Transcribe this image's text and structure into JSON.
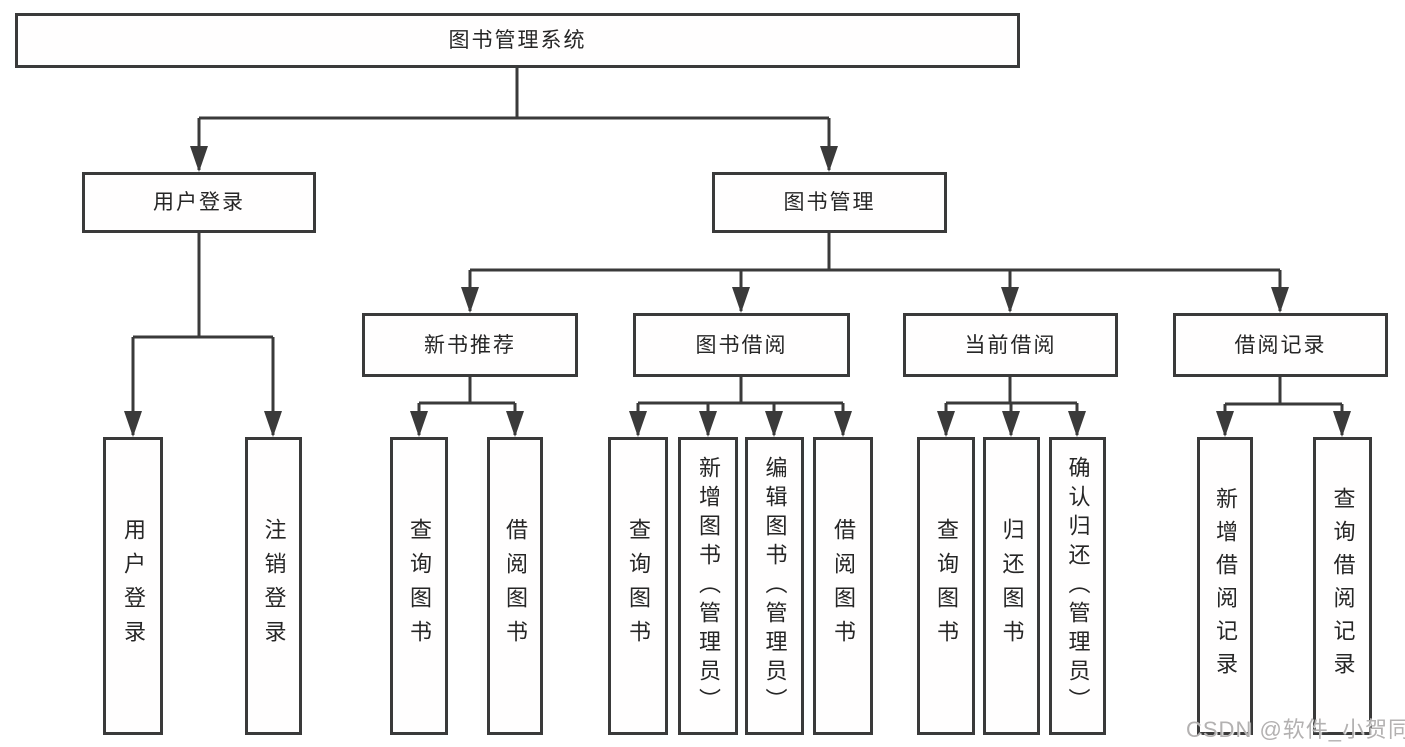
{
  "tree": {
    "root": {
      "label": "图书管理系统"
    },
    "children": [
      {
        "label": "用户登录",
        "children": [
          {
            "label": "用户登录"
          },
          {
            "label": "注销登录"
          }
        ]
      },
      {
        "label": "图书管理",
        "children": [
          {
            "label": "新书推荐",
            "children": [
              {
                "label": "查询图书"
              },
              {
                "label": "借阅图书"
              }
            ]
          },
          {
            "label": "图书借阅",
            "children": [
              {
                "label": "查询图书"
              },
              {
                "label": "新增图书（管理员）"
              },
              {
                "label": "编辑图书（管理员）"
              },
              {
                "label": "借阅图书"
              }
            ]
          },
          {
            "label": "当前借阅",
            "children": [
              {
                "label": "查询图书"
              },
              {
                "label": "归还图书"
              },
              {
                "label": "确认归还（管理员）"
              }
            ]
          },
          {
            "label": "借阅记录",
            "children": [
              {
                "label": "新增借阅记录"
              },
              {
                "label": "查询借阅记录"
              }
            ]
          }
        ]
      }
    ]
  },
  "style": {
    "line_color": "#3a3a3a",
    "box_background": "#ffffff",
    "text_color": "#262626",
    "watermark_color": "#b3b1b1"
  },
  "watermark": {
    "text": "CSDN @软件_小贺同学"
  }
}
